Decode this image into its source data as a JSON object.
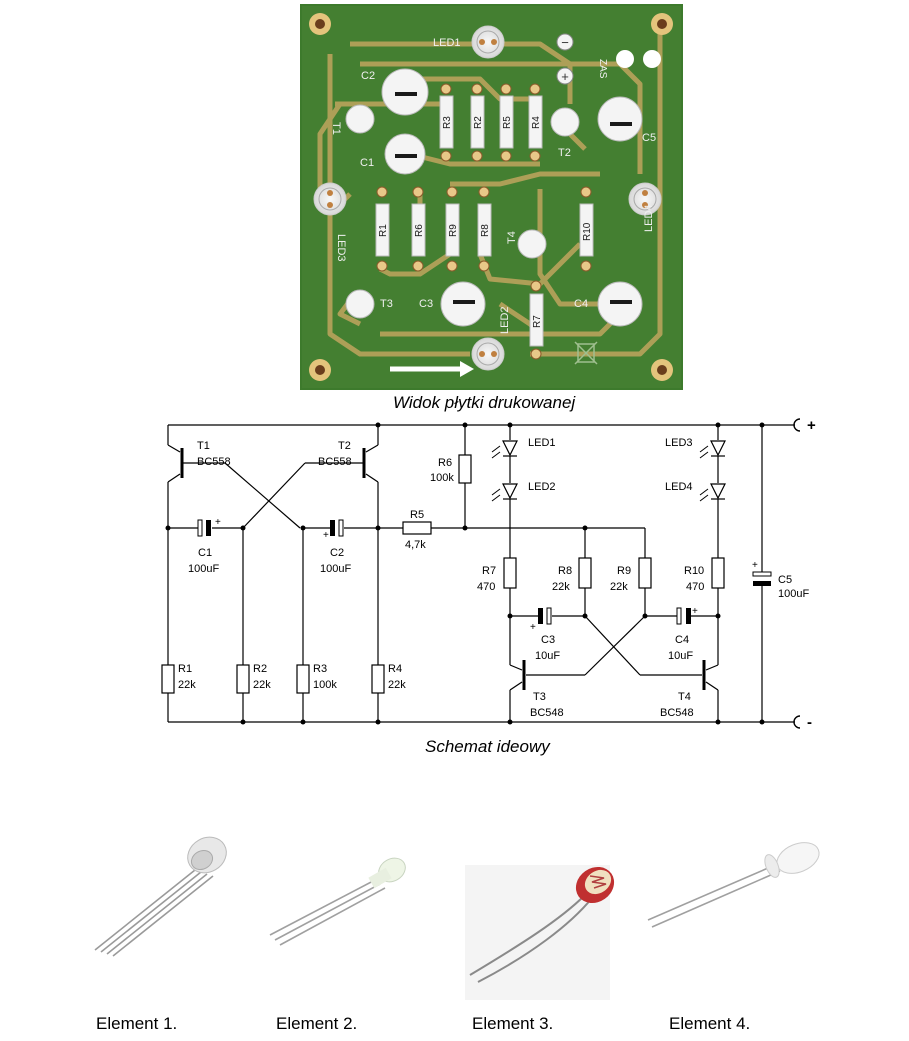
{
  "pcb": {
    "caption": "Widok płytki drukowanej",
    "labels": {
      "led1": "LED1",
      "led2": "LED2",
      "led3": "LED3",
      "led4": "LED4",
      "c1": "C1",
      "c2": "C2",
      "c3": "C3",
      "c4": "C4",
      "c5": "C5",
      "t1": "T1",
      "t2": "T2",
      "t3": "T3",
      "t4": "T4",
      "r1": "R1",
      "r2": "R2",
      "r3": "R3",
      "r4": "R4",
      "r5": "R5",
      "r6": "R6",
      "r7": "R7",
      "r8": "R8",
      "r9": "R9",
      "r10": "R10",
      "supply": "ZAS",
      "minus": "−",
      "plus": "+"
    },
    "colors": {
      "board": "#3d7a2c",
      "trace": "#c8a860",
      "pad": "#e8c888"
    }
  },
  "schematic": {
    "caption": "Schemat ideowy",
    "t1": {
      "name": "T1",
      "type": "BC558"
    },
    "t2": {
      "name": "T2",
      "type": "BC558"
    },
    "t3": {
      "name": "T3",
      "type": "BC548"
    },
    "t4": {
      "name": "T4",
      "type": "BC548"
    },
    "c1": {
      "name": "C1",
      "value": "100uF"
    },
    "c2": {
      "name": "C2",
      "value": "100uF"
    },
    "c3": {
      "name": "C3",
      "value": "10uF"
    },
    "c4": {
      "name": "C4",
      "value": "10uF"
    },
    "c5": {
      "name": "C5",
      "value": "100uF"
    },
    "r1": {
      "name": "R1",
      "value": "22k"
    },
    "r2": {
      "name": "R2",
      "value": "22k"
    },
    "r3": {
      "name": "R3",
      "value": "100k"
    },
    "r4": {
      "name": "R4",
      "value": "22k"
    },
    "r5": {
      "name": "R5",
      "value": "4,7k"
    },
    "r6": {
      "name": "R6",
      "value": "100k"
    },
    "r7": {
      "name": "R7",
      "value": "470"
    },
    "r8": {
      "name": "R8",
      "value": "22k"
    },
    "r9": {
      "name": "R9",
      "value": "22k"
    },
    "r10": {
      "name": "R10",
      "value": "470"
    },
    "led1": "LED1",
    "led2": "LED2",
    "led3": "LED3",
    "led4": "LED4",
    "plus": "+",
    "minus": "-"
  },
  "elements": [
    {
      "label": "Element 1.",
      "icon": "rgb-led-4-leads-icon"
    },
    {
      "label": "Element 2.",
      "icon": "bicolor-led-3-leads-icon"
    },
    {
      "label": "Element 3.",
      "icon": "photoresistor-icon"
    },
    {
      "label": "Element 4.",
      "icon": "white-led-2-leads-icon"
    }
  ]
}
